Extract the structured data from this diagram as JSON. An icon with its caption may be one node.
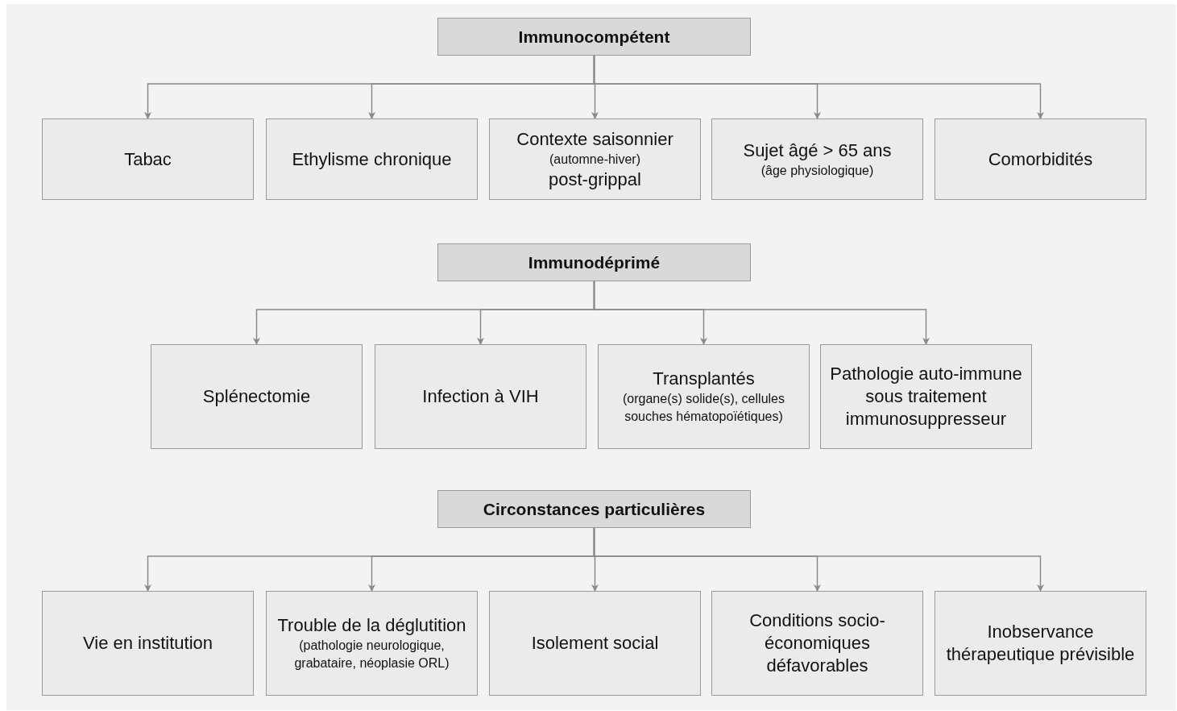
{
  "diagram": {
    "nodes": [
      {
        "text": [
          "Immunocompétent"
        ]
      },
      {
        "text": [
          "Tabac"
        ]
      },
      {
        "text": [
          "Ethylisme chronique"
        ]
      },
      {
        "text": [
          "Contexte saisonnier",
          "(automne-hiver)",
          "post-grippal"
        ]
      },
      {
        "text": [
          "Sujet âgé > 65 ans",
          "(âge physiologique)"
        ]
      },
      {
        "text": [
          "Comorbidités"
        ]
      },
      {
        "text": [
          "Immunodéprimé"
        ]
      },
      {
        "text": [
          "Splénectomie"
        ]
      },
      {
        "text": [
          "Infection à VIH"
        ]
      },
      {
        "text": [
          "Transplantés",
          "(organe(s) solide(s), cellules souches hématopoïétiques)"
        ]
      },
      {
        "text": [
          "Pathologie auto-immune sous traitement immunosuppresseur"
        ]
      },
      {
        "text": [
          "Circonstances particulières"
        ]
      },
      {
        "text": [
          "Vie en institution"
        ]
      },
      {
        "text": [
          "Trouble de la déglutition",
          "(pathologie neurologique, grabataire, néoplasie ORL)"
        ]
      },
      {
        "text": [
          "Isolement social"
        ]
      },
      {
        "text": [
          "Conditions socio-économiques défavorables"
        ]
      },
      {
        "text": [
          "Inobservance thérapeutique prévisible"
        ]
      }
    ],
    "edges": [
      {
        "from": 0,
        "to": 1,
        "arrow": "to"
      },
      {
        "from": 0,
        "to": 2,
        "arrow": "to"
      },
      {
        "from": 0,
        "to": 3,
        "arrow": "to"
      },
      {
        "from": 0,
        "to": 4,
        "arrow": "to"
      },
      {
        "from": 0,
        "to": 5,
        "arrow": "to"
      },
      {
        "from": 6,
        "to": 7,
        "arrow": "to"
      },
      {
        "from": 6,
        "to": 8,
        "arrow": "to"
      },
      {
        "from": 6,
        "to": 9,
        "arrow": "to"
      },
      {
        "from": 6,
        "to": 10,
        "arrow": "to"
      },
      {
        "from": 11,
        "to": 12,
        "arrow": "to"
      },
      {
        "from": 11,
        "to": 13,
        "arrow": "to"
      },
      {
        "from": 11,
        "to": 14,
        "arrow": "to"
      },
      {
        "from": 11,
        "to": 15,
        "arrow": "to"
      },
      {
        "from": 11,
        "to": 16,
        "arrow": "to"
      }
    ]
  }
}
